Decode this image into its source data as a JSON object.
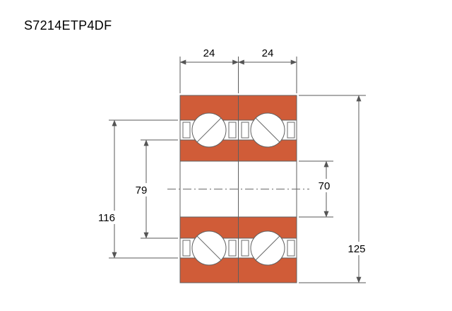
{
  "title": "S7214ETP4DF",
  "dims": {
    "top_left_width": "24",
    "top_right_width": "24",
    "outer_ring_shoulder": "116",
    "inner_ring_shoulder": "79",
    "bore_diameter": "70",
    "outer_diameter": "125"
  },
  "colors": {
    "ring_fill": "#d05c38",
    "line": "#5f5f5f",
    "text": "#000000"
  }
}
